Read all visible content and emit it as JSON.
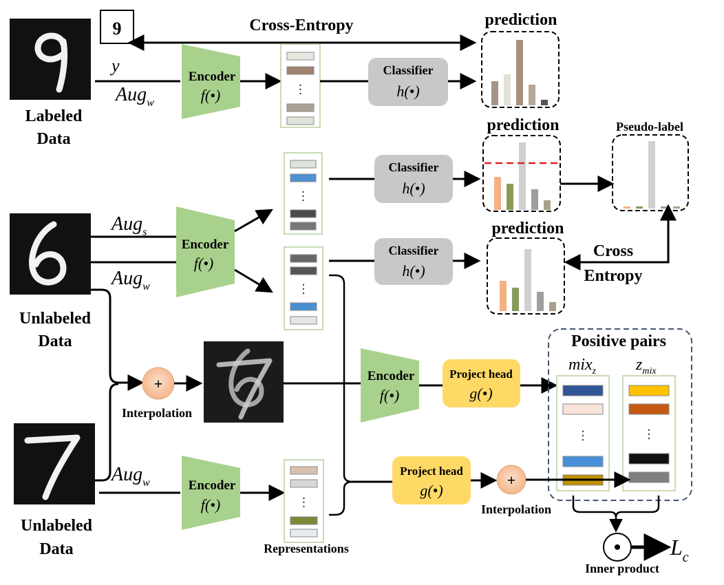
{
  "labels": {
    "cross_entropy_top": "Cross-Entropy",
    "label_y": "y",
    "label_9": "9",
    "labeled_data_1": "Labeled",
    "labeled_data_2": "Data",
    "unlabeled_data_1": "Unlabeled",
    "unlabeled_data_2": "Data",
    "aug_w_base": "Aug",
    "aug_w_sub": "w",
    "aug_s_sub": "s",
    "encoder": "Encoder",
    "f_func": "f(•)",
    "classifier": "Classifier",
    "h_func": "h(•)",
    "prediction": "prediction",
    "pseudo_label": "Pseudo-label",
    "cross": "Cross",
    "entropy": "Entropy",
    "interpolation": "Interpolation",
    "project_head": "Project head",
    "g_func": "g(•)",
    "positive_pairs": "Positive pairs",
    "mix_z_base": "mix",
    "mix_z_sub": "z",
    "z_mix_base": "z",
    "z_mix_sub": "mix",
    "representations": "Representations",
    "inner_product": "Inner product",
    "lc_base": "L",
    "lc_sub": "c",
    "plus": "+",
    "dots": "⋮"
  },
  "colors": {
    "encoder": "#a9d18e",
    "classifier": "#c8c8c8",
    "project_head": "#ffd966",
    "interp_circle": "#f8cbad",
    "threshold": "#e02020"
  },
  "charts": {
    "pred1": [
      {
        "v": 0.35,
        "c": "#a69487"
      },
      {
        "v": 0.45,
        "c": "#e3e1d6"
      },
      {
        "v": 0.95,
        "c": "#a6907d"
      },
      {
        "v": 0.3,
        "c": "#b8a89a"
      },
      {
        "v": 0.08,
        "c": "#555555"
      }
    ],
    "pred2": [
      {
        "v": 0.48,
        "c": "#f4b183"
      },
      {
        "v": 0.38,
        "c": "#8a9a5b"
      },
      {
        "v": 0.98,
        "c": "#d0d0d0"
      },
      {
        "v": 0.3,
        "c": "#9e9e9e"
      },
      {
        "v": 0.14,
        "c": "#a8a088"
      }
    ],
    "pred2_threshold": 0.68,
    "pred3": [
      {
        "v": 0.44,
        "c": "#f4b183"
      },
      {
        "v": 0.34,
        "c": "#8a9a5b"
      },
      {
        "v": 0.9,
        "c": "#d0d0d0"
      },
      {
        "v": 0.28,
        "c": "#9e9e9e"
      },
      {
        "v": 0.13,
        "c": "#a8a088"
      }
    ],
    "pseudo": [
      {
        "v": 0.02,
        "c": "#f4b183"
      },
      {
        "v": 0.02,
        "c": "#8a9a5b"
      },
      {
        "v": 0.98,
        "c": "#d0d0d0"
      },
      {
        "v": 0.02,
        "c": "#9e9e9e"
      },
      {
        "v": 0.02,
        "c": "#a8a088"
      }
    ]
  },
  "reps": {
    "rep1": [
      "#e6e9e2",
      "#a08270",
      "#a9a196",
      "#dfe3d8"
    ],
    "rep2": [
      "#dde3dc",
      "#4f8fd2",
      "#4a4a4a",
      "#777777"
    ],
    "rep3": [
      "#666666",
      "#555555",
      "#4a8fd2",
      "#e5e8e0"
    ],
    "rep4": [
      "#d9c2ae",
      "#d7d9d9",
      "#7a8a3a",
      "#e8ebee"
    ],
    "mixz": [
      "#2f5597",
      "#f8e4d8",
      "#4a90d9",
      "#bf9000"
    ],
    "zmix": [
      "#ffc000",
      "#c55a11",
      "#111111",
      "#7f7f7f"
    ]
  }
}
